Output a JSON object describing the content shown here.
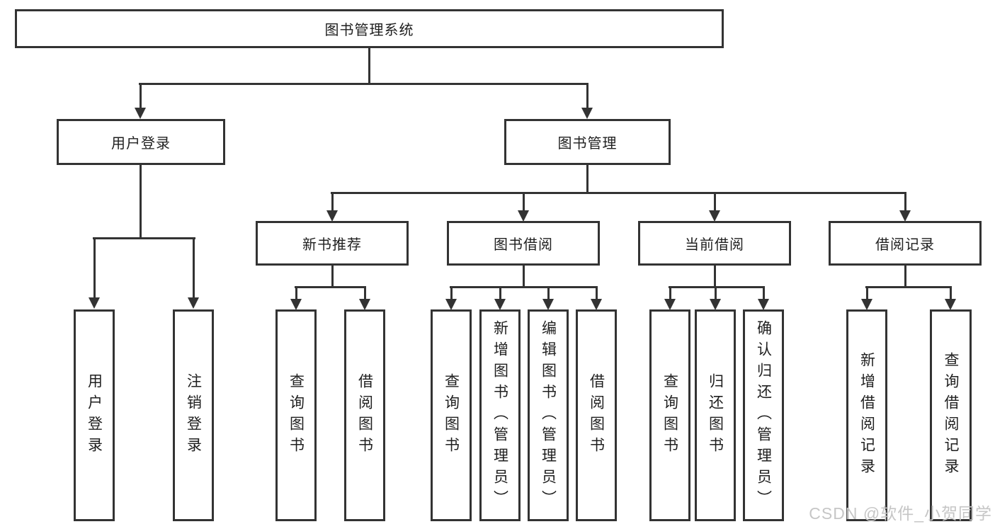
{
  "title": {
    "label": "图书管理系统"
  },
  "level2": [
    {
      "label": "用户登录"
    },
    {
      "label": "图书管理"
    }
  ],
  "level3": [
    {
      "label": "新书推荐"
    },
    {
      "label": "图书借阅"
    },
    {
      "label": "当前借阅"
    },
    {
      "label": "借阅记录"
    }
  ],
  "leaves": [
    {
      "label": "用户登录"
    },
    {
      "label": "注销登录"
    },
    {
      "label": "查询图书"
    },
    {
      "label": "借阅图书"
    },
    {
      "label": "查询图书"
    },
    {
      "label": "新增图书（管理员）"
    },
    {
      "label": "编辑图书（管理员）"
    },
    {
      "label": "借阅图书"
    },
    {
      "label": "查询图书"
    },
    {
      "label": "归还图书"
    },
    {
      "label": "确认归还（管理员）"
    },
    {
      "label": "新增借阅记录"
    },
    {
      "label": "查询借阅记录"
    }
  ],
  "watermark": {
    "text": "CSDN @软件_小贺同学"
  },
  "colors": {
    "line": "#333333",
    "text": "#1f1f1f",
    "watermark": "#c6c6c6",
    "background": "#ffffff"
  }
}
